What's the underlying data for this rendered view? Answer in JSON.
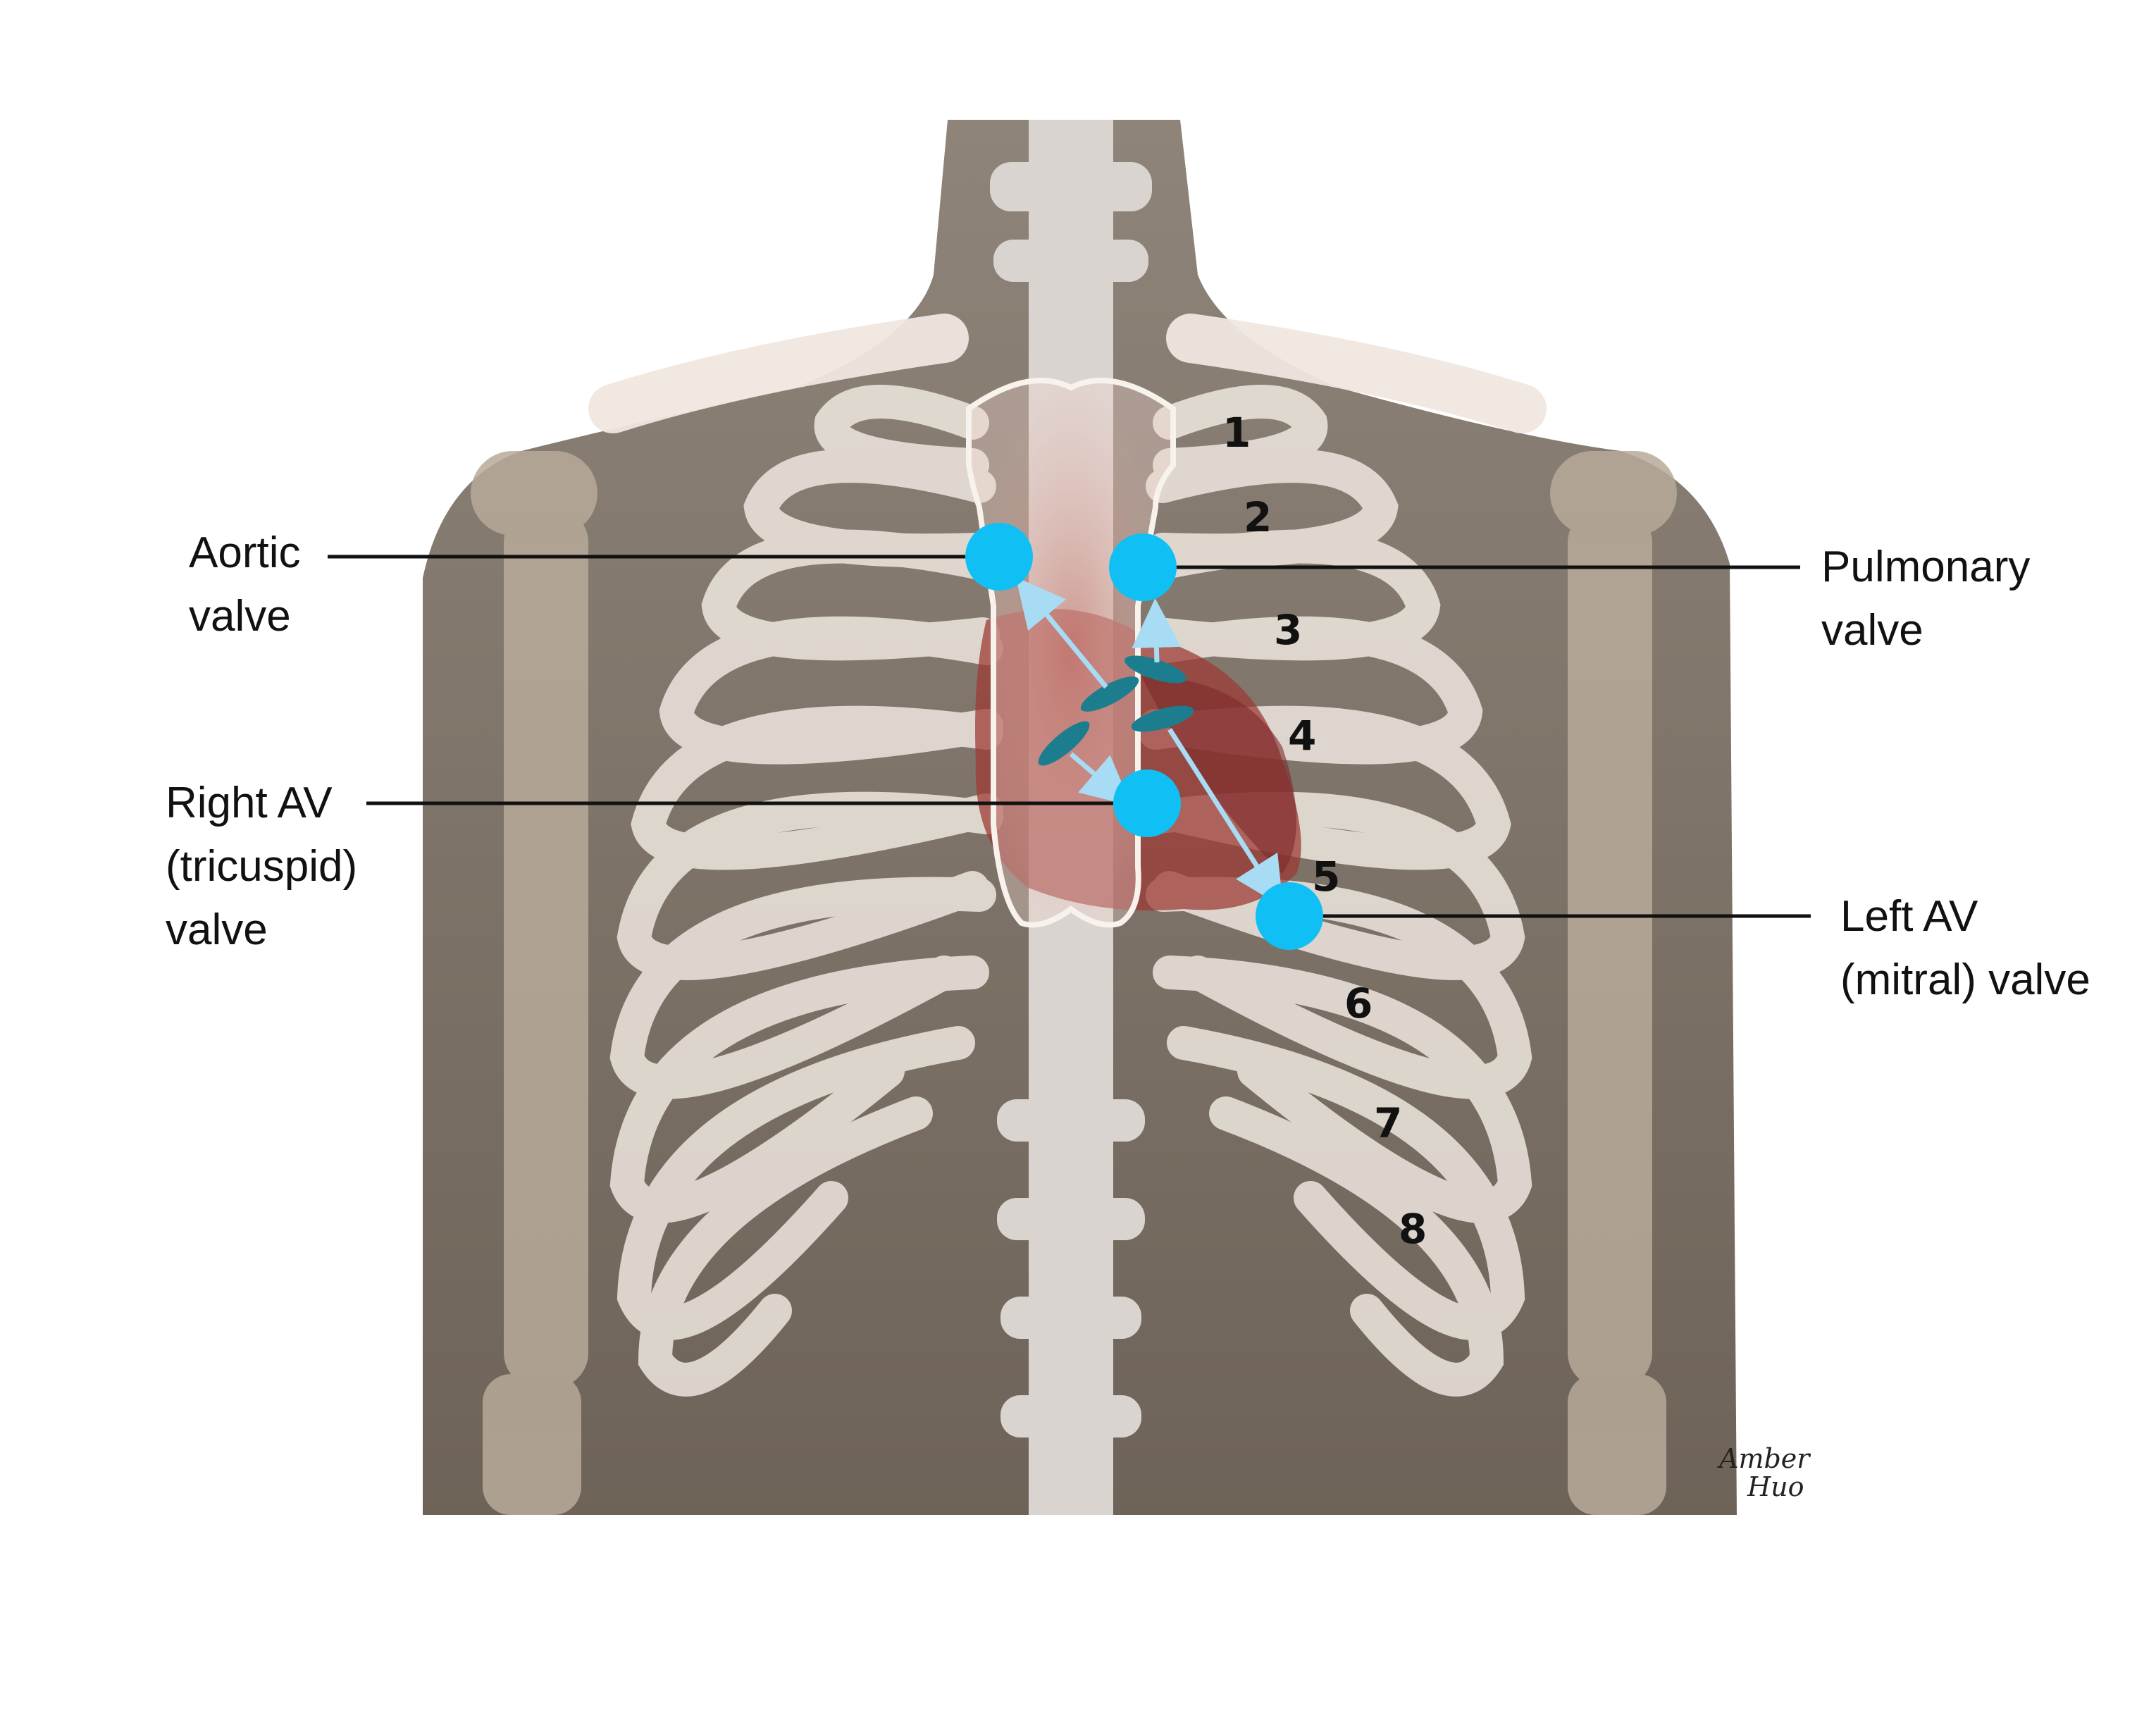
{
  "labels": {
    "aortic": [
      "Aortic",
      "valve"
    ],
    "pulmonary": [
      "Pulmonary",
      "valve"
    ],
    "tricuspid": [
      "Right AV",
      "(tricuspid)",
      "valve"
    ],
    "mitral": [
      "Left AV",
      "(mitral) valve"
    ]
  },
  "rib_numbers": [
    "1",
    "2",
    "3",
    "4",
    "5",
    "6",
    "7",
    "8"
  ],
  "signature": [
    "Amber",
    "Huo"
  ],
  "colors": {
    "background": "#ffffff",
    "body": "#857a6f",
    "bone": "#f3ece4",
    "spine": "#d9d4d0",
    "heart": "#b25a55",
    "valve_marker": "#10c0f4",
    "valve_leaflet": "#1c7d8e",
    "arrow": "#a8dcf4",
    "leader_line": "#111111"
  },
  "icons": {
    "valve_marker": "filled-circle",
    "valve_leaflet": "ellipse"
  }
}
